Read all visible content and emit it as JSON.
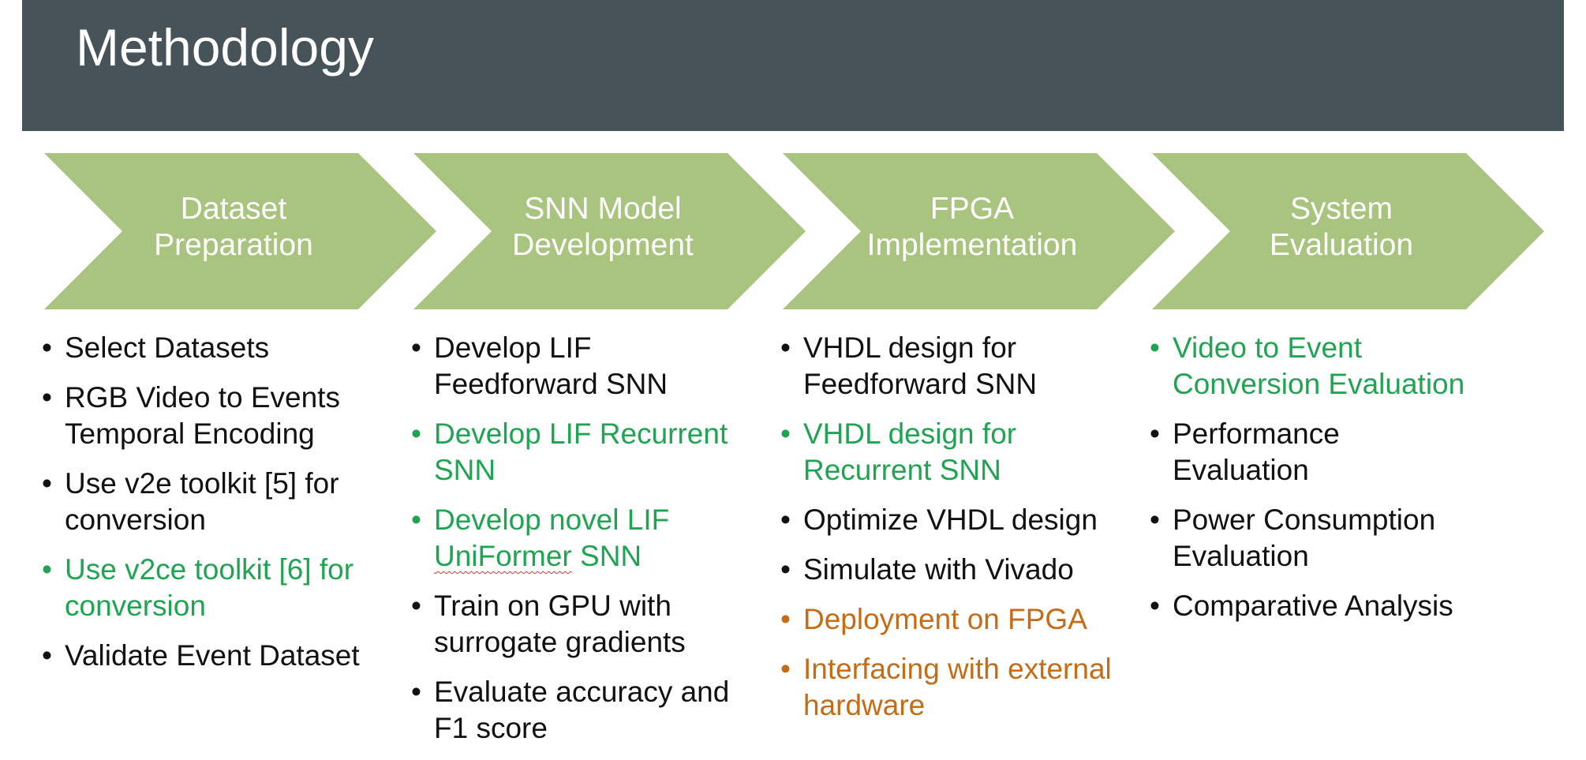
{
  "slide": {
    "title": "Methodology"
  },
  "colors": {
    "title_bar": "#465359",
    "chevron": "#a9c47f",
    "highlight_green": "#1fa552",
    "highlight_orange": "#c76b14",
    "text": "#111111"
  },
  "steps": [
    {
      "label_line1": "Dataset",
      "label_line2": "Preparation",
      "items": [
        {
          "text": "Select Datasets",
          "color": "black"
        },
        {
          "text": "RGB Video to Events Temporal Encoding",
          "color": "black"
        },
        {
          "text": "Use v2e toolkit [5] for conversion",
          "color": "black"
        },
        {
          "text": "Use v2ce toolkit [6] for conversion",
          "color": "green"
        },
        {
          "text": "Validate Event Dataset",
          "color": "black"
        }
      ]
    },
    {
      "label_line1": "SNN Model",
      "label_line2": "Development",
      "items": [
        {
          "text": "Develop LIF Feedforward SNN",
          "color": "black"
        },
        {
          "text": "Develop LIF Recurrent SNN",
          "color": "green"
        },
        {
          "text_before": "Develop novel LIF ",
          "text_underlined": "UniFormer",
          "text_after": " SNN",
          "color": "green"
        },
        {
          "text": "Train on GPU with surrogate gradients",
          "color": "black"
        },
        {
          "text": "Evaluate accuracy and F1 score",
          "color": "black"
        }
      ]
    },
    {
      "label_line1": "FPGA",
      "label_line2": "Implementation",
      "items": [
        {
          "text": "VHDL design for Feedforward SNN",
          "color": "black"
        },
        {
          "text": "VHDL design for Recurrent SNN",
          "color": "green"
        },
        {
          "text": "Optimize VHDL design",
          "color": "black"
        },
        {
          "text": "Simulate with Vivado",
          "color": "black"
        },
        {
          "text": "Deployment on FPGA",
          "color": "orange"
        },
        {
          "text": "Interfacing with external hardware",
          "color": "orange"
        }
      ]
    },
    {
      "label_line1": "System",
      "label_line2": "Evaluation",
      "items": [
        {
          "text": "Video to Event Conversion Evaluation",
          "color": "green"
        },
        {
          "text": "Performance Evaluation",
          "color": "black"
        },
        {
          "text": "Power Consumption Evaluation",
          "color": "black"
        },
        {
          "text": "Comparative Analysis",
          "color": "black"
        }
      ]
    }
  ]
}
